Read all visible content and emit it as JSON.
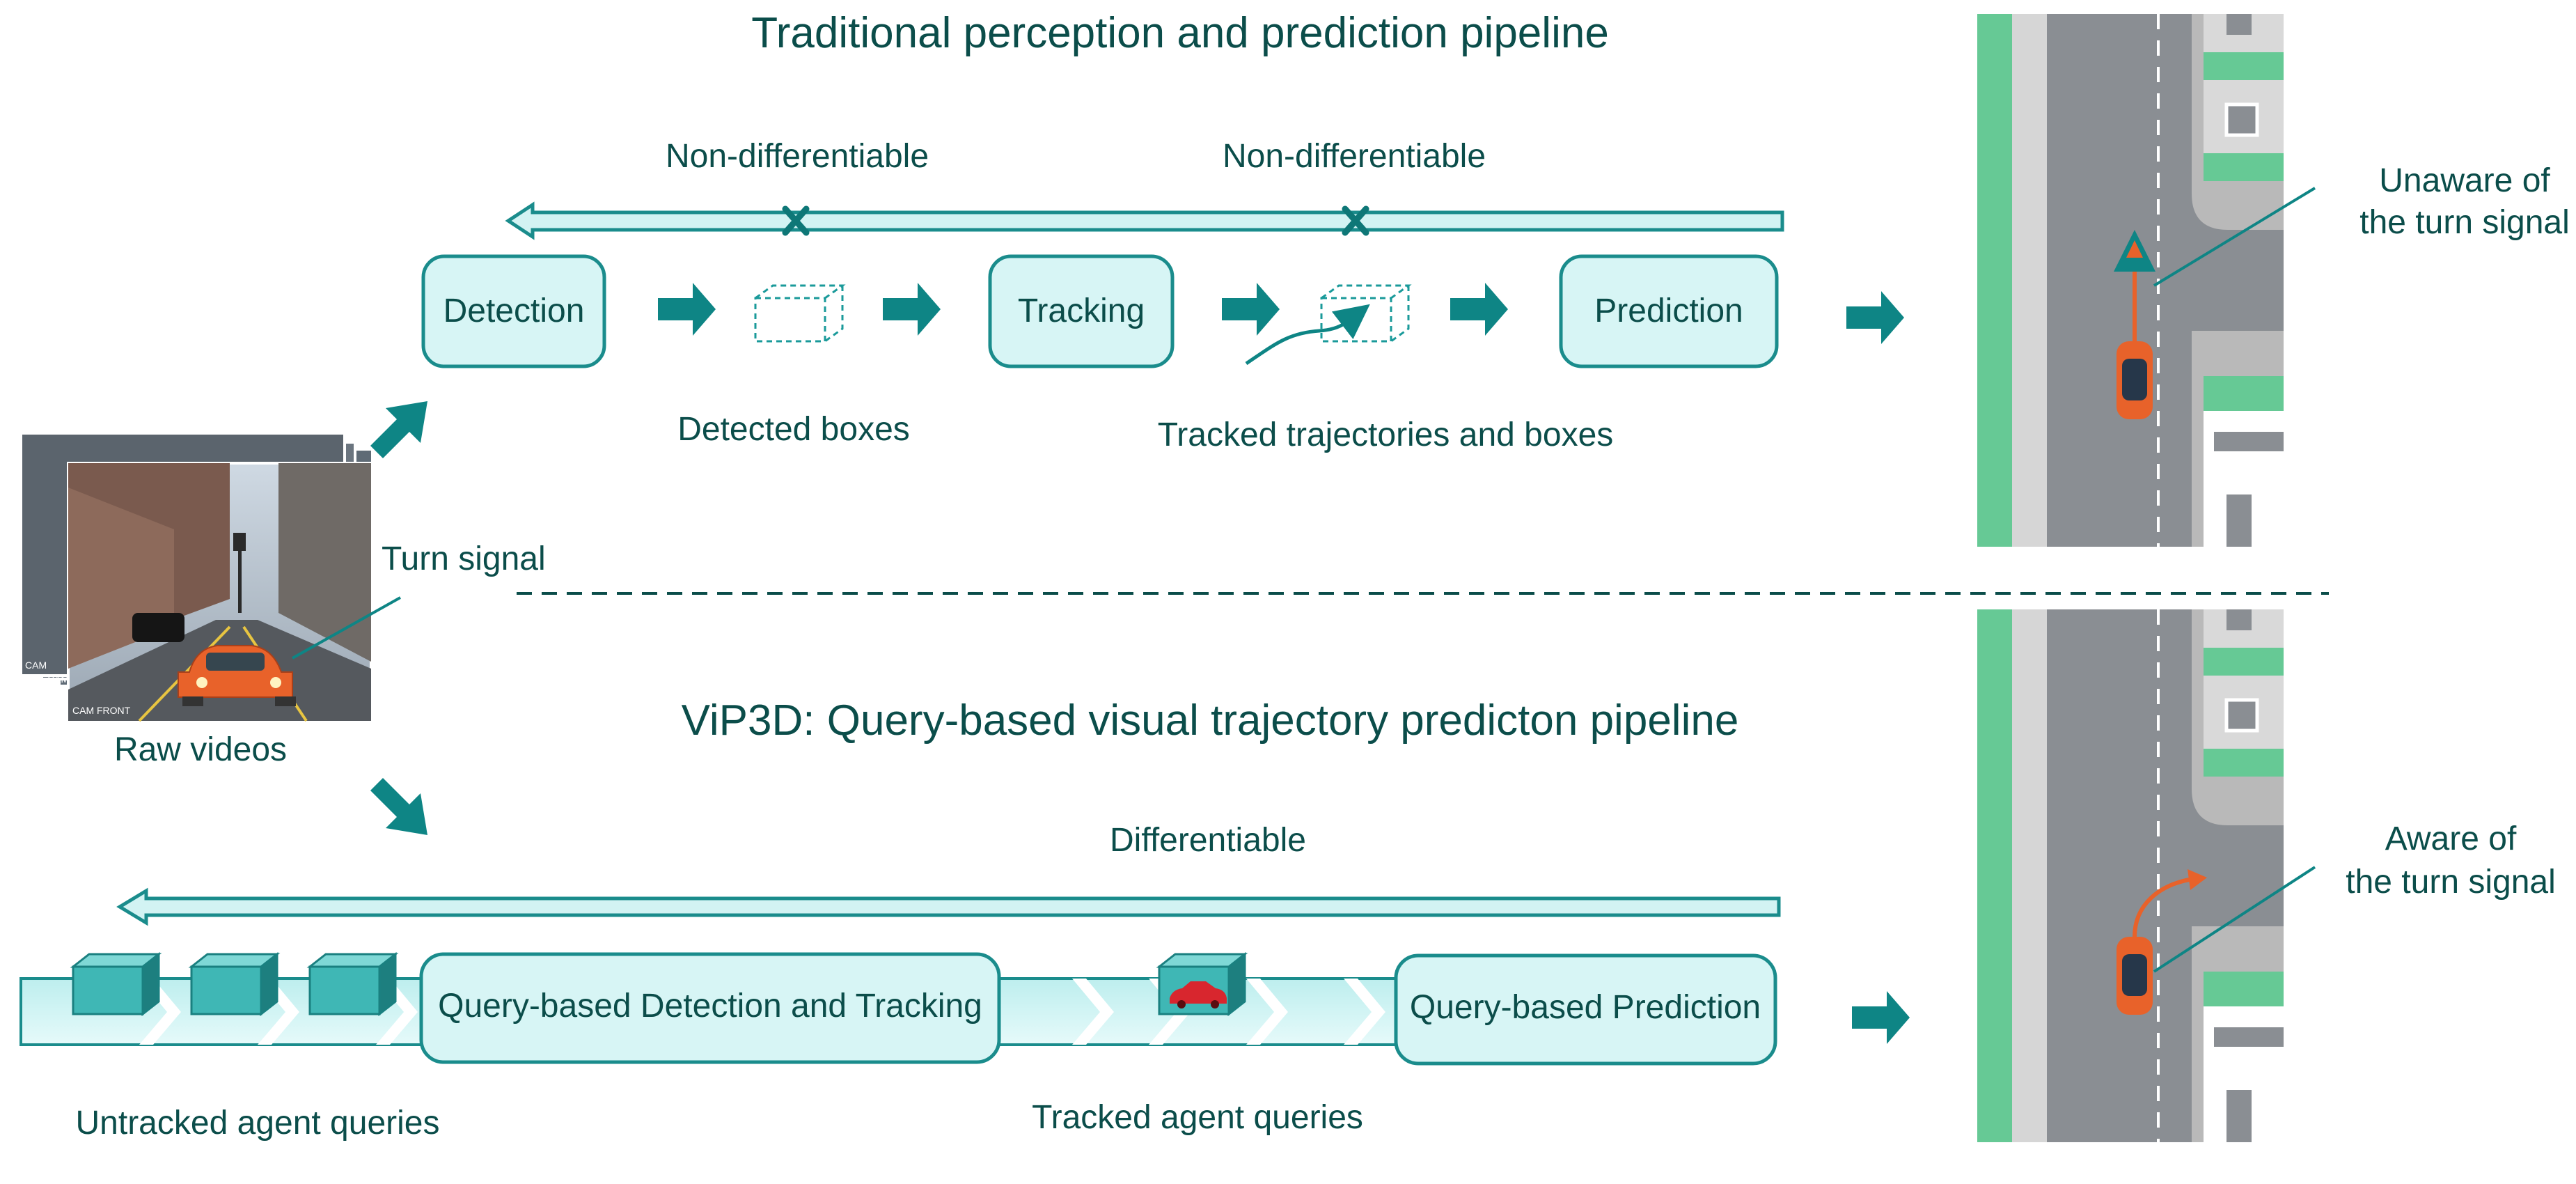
{
  "top": {
    "title": "Traditional perception and prediction pipeline",
    "nondiff_left": "Non-differentiable",
    "nondiff_right": "Non-differentiable",
    "steps": {
      "detection": "Detection",
      "tracking": "Tracking",
      "prediction": "Prediction"
    },
    "detected_boxes": "Detected boxes",
    "tracked_trajectories": "Tracked trajectories and boxes",
    "unaware_line1": "Unaware of",
    "unaware_line2": "the turn signal"
  },
  "middle": {
    "turn_signal": "Turn signal",
    "raw_videos": "Raw videos",
    "cam_front": "CAM FRONT",
    "cam_back1": "CAM",
    "cam_back2": "CAM"
  },
  "bottom": {
    "title": "ViP3D: Query-based visual trajectory predicton pipeline",
    "differentiable": "Differentiable",
    "query_detection_tracking": "Query-based Detection and Tracking",
    "query_prediction": "Query-based Prediction",
    "untracked_agent_queries": "Untracked agent queries",
    "tracked_agent_queries": "Tracked agent queries",
    "aware_line1": "Aware of",
    "aware_line2": "the turn signal"
  },
  "colors": {
    "teal_dark": "#0b4d4a",
    "teal_arrow": "#0e8585",
    "box_fill": "#d7f5f5",
    "box_stroke": "#1a8c8c",
    "bar_fill": "#d2f3f3",
    "cube_fill": "#3fb7b5",
    "car_orange": "#e8622a",
    "road_gray": "#8a8e93",
    "grass_green": "#66c995"
  }
}
